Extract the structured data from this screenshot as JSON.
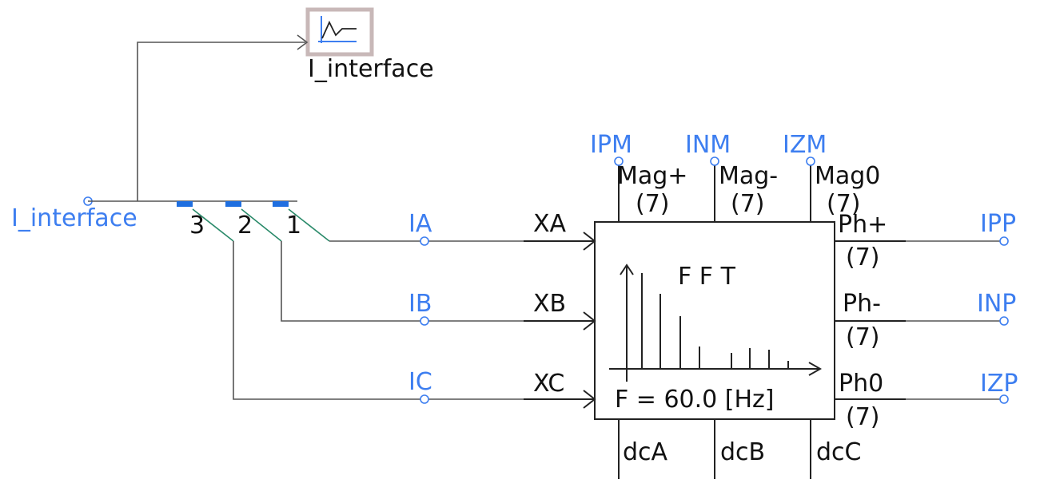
{
  "colors": {
    "signal_label": "#3d7ef0",
    "wire": "#555555",
    "block_border": "#222222",
    "breakout_tap": "#2a8a6a",
    "breakout_bar": "#1f6fe0",
    "meter_border": "#c8b8b8"
  },
  "meter": {
    "label": "I_interface",
    "icon": "graph-meter-icon"
  },
  "input_signal": "I_interface",
  "breakout": {
    "index_labels": [
      "3",
      "2",
      "1"
    ]
  },
  "phase_nodes": [
    "IA",
    "IB",
    "IC"
  ],
  "fft_block": {
    "title": "F F T",
    "frequency_label": "F = 60.0 [Hz]",
    "inputs": [
      "XA",
      "XB",
      "XC"
    ],
    "top_outputs": [
      {
        "port": "Mag+",
        "size": "(7)",
        "signal": "IPM"
      },
      {
        "port": "Mag-",
        "size": "(7)",
        "signal": "INM"
      },
      {
        "port": "Mag0",
        "size": "(7)",
        "signal": "IZM"
      }
    ],
    "right_outputs": [
      {
        "port": "Ph+",
        "size": "(7)",
        "signal": "IPP"
      },
      {
        "port": "Ph-",
        "size": "(7)",
        "signal": "INP"
      },
      {
        "port": "Ph0",
        "size": "(7)",
        "signal": "IZP"
      }
    ],
    "bottom_outputs": [
      "dcA",
      "dcB",
      "dcC"
    ]
  }
}
